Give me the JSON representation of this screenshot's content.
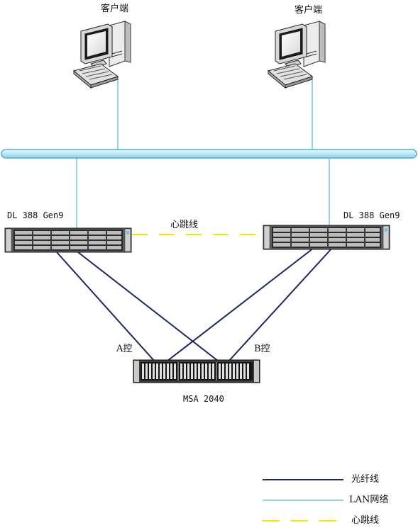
{
  "clients": [
    {
      "label": "客户端"
    },
    {
      "label": "客户端"
    }
  ],
  "servers": [
    {
      "label": "DL 388 Gen9"
    },
    {
      "label": "DL 388 Gen9"
    }
  ],
  "heartbeat": {
    "label": "心跳线"
  },
  "storage": {
    "label": "MSA 2040",
    "controller_a": "A控",
    "controller_b": "B控"
  },
  "legend": {
    "items": [
      {
        "label": "光纤线",
        "style": "solid",
        "color": "#1a2a5e"
      },
      {
        "label": "LAN网络",
        "style": "solid",
        "color": "#2aa7c9"
      },
      {
        "label": "心跳线",
        "style": "dashed",
        "color": "#f2e600"
      }
    ]
  },
  "colors": {
    "fiber": "#1a2a5e",
    "lan": "#2aa7c9",
    "heartbeat": "#f2e600",
    "bus_fill": "#bfe6f5",
    "bus_stroke": "#2aa7c9"
  },
  "icons": {
    "client": "desktop-computer-icon",
    "server": "rack-server-icon",
    "storage": "storage-array-icon"
  }
}
